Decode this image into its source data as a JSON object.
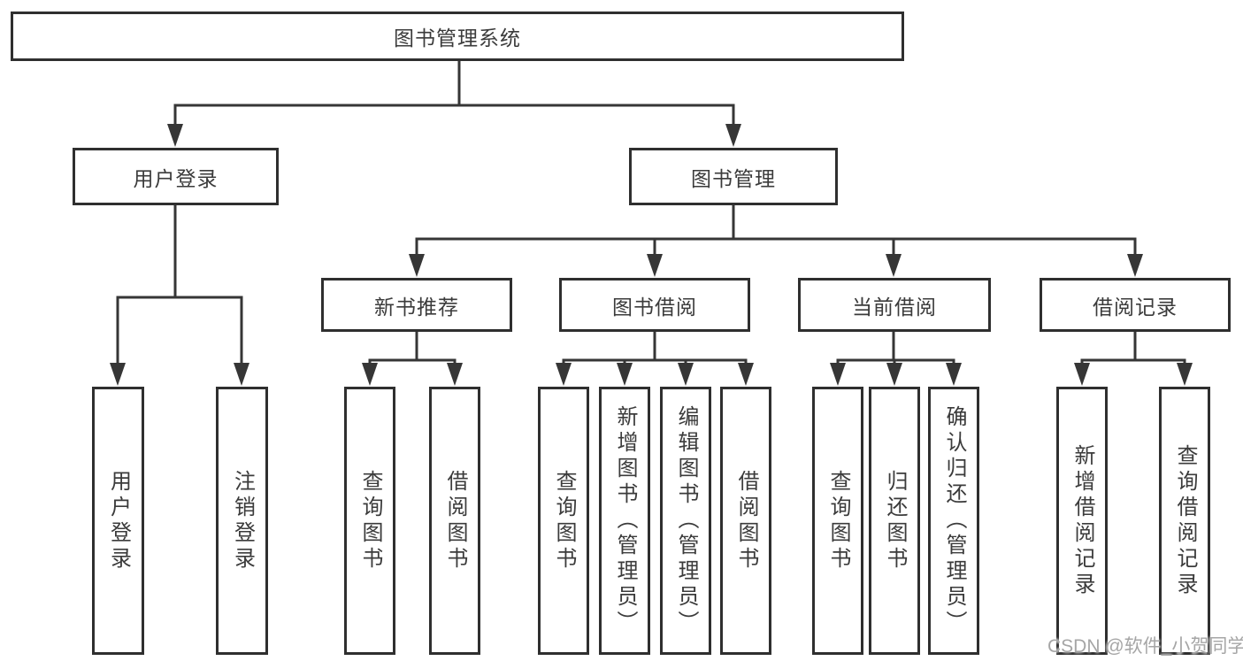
{
  "nodes": {
    "root": "图书管理系统",
    "user_login": "用户登录",
    "book_management": "图书管理",
    "new_book_recommend": "新书推荐",
    "book_borrow": "图书借阅",
    "current_borrow": "当前借阅",
    "borrow_records": "借阅记录",
    "leaf_user_login": "用户登录",
    "leaf_user_logout": "注销登录",
    "leaf_newrec_query": "查询图书",
    "leaf_newrec_borrow": "借阅图书",
    "leaf_bb_query": "查询图书",
    "leaf_bb_add": "新增图书（管理员）",
    "leaf_bb_edit": "编辑图书（管理员）",
    "leaf_bb_borrow": "借阅图书",
    "leaf_cb_query": "查询图书",
    "leaf_cb_return": "归还图书",
    "leaf_cb_confirm": "确认归还（管理员）",
    "leaf_br_add": "新增借阅记录",
    "leaf_br_query": "查询借阅记录"
  },
  "hierarchy": {
    "图书管理系统": {
      "用户登录": [
        "用户登录",
        "注销登录"
      ],
      "图书管理": {
        "新书推荐": [
          "查询图书",
          "借阅图书"
        ],
        "图书借阅": [
          "查询图书",
          "新增图书（管理员）",
          "编辑图书（管理员）",
          "借阅图书"
        ],
        "当前借阅": [
          "查询图书",
          "归还图书",
          "确认归还（管理员）"
        ],
        "借阅记录": [
          "新增借阅记录",
          "查询借阅记录"
        ]
      }
    }
  },
  "watermark": "CSDN @软件_小贺同学",
  "colors": {
    "line": "#363636",
    "box_border": "#2f2f2f",
    "text": "#3b3b3b",
    "watermark": "#a6a6a6",
    "background": "#ffffff"
  }
}
